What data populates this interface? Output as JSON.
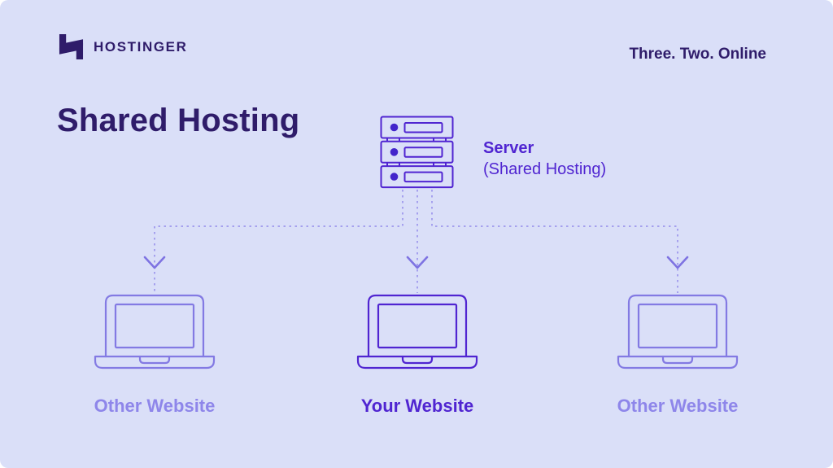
{
  "header": {
    "brand_name": "HOSTINGER",
    "tagline": "Three. Two. Online"
  },
  "title": "Shared Hosting",
  "server": {
    "label": "Server",
    "sublabel": "(Shared Hosting)"
  },
  "nodes": [
    {
      "id": "other-website-left",
      "label": "Other Website",
      "emphasis": "muted"
    },
    {
      "id": "your-website",
      "label": "Your Website",
      "emphasis": "primary"
    },
    {
      "id": "other-website-right",
      "label": "Other Website",
      "emphasis": "muted"
    }
  ],
  "colors": {
    "background": "#dadff8",
    "ink_dark": "#2f1c6a",
    "violet": "#5025d1",
    "violet_deep": "#4325cb",
    "purple_light": "#837ae3",
    "label_light": "#8e86ea",
    "dash": "#a5a0ee",
    "chevron": "#7e73e2",
    "page_white": "#ffffff"
  }
}
